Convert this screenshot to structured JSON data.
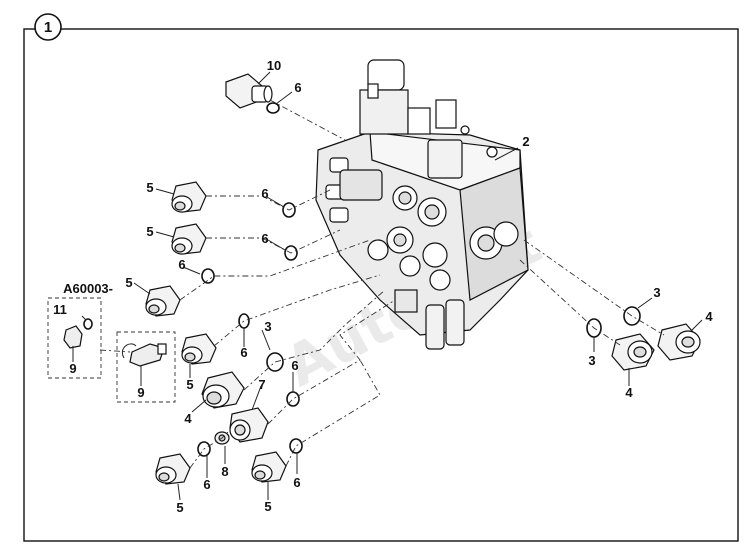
{
  "figure": {
    "section_number": "1",
    "group_label": "A60003-",
    "watermark": "AutoSoft",
    "callouts": [
      "10",
      "6",
      "2",
      "5",
      "6",
      "5",
      "6",
      "6",
      "5",
      "11",
      "9",
      "9",
      "3",
      "6",
      "5",
      "6",
      "4",
      "7",
      "8",
      "6",
      "5",
      "6",
      "5",
      "3",
      "4",
      "3",
      "4"
    ]
  }
}
